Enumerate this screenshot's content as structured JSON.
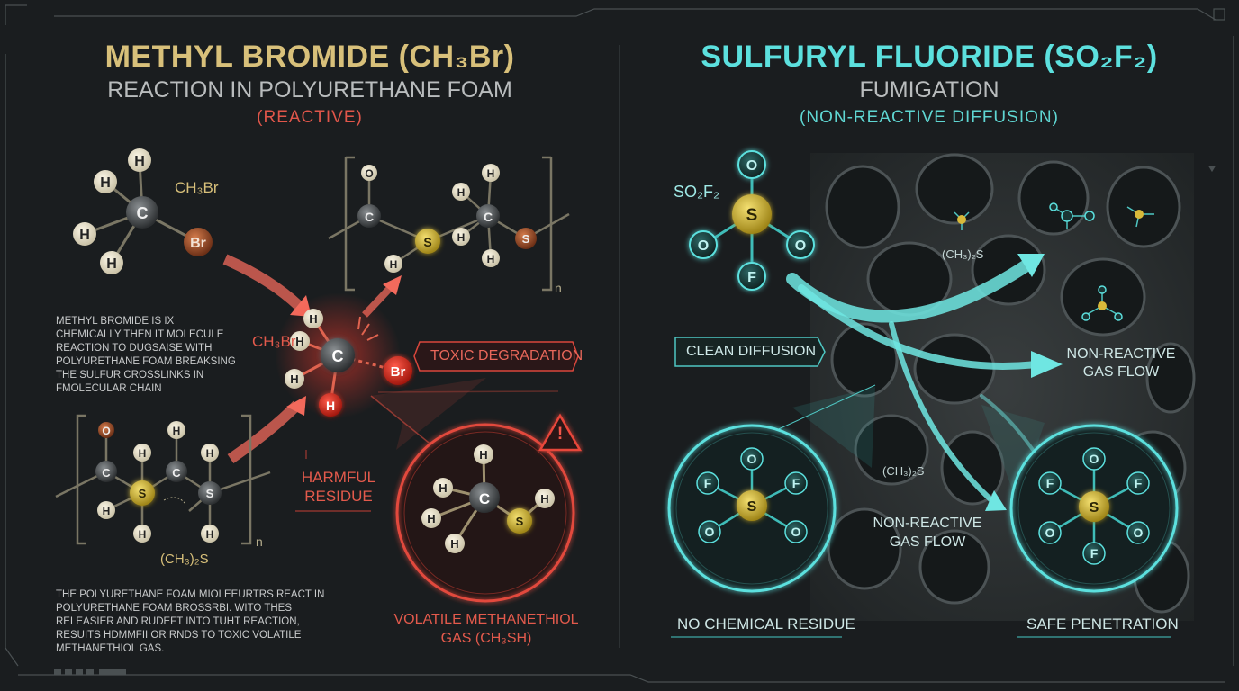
{
  "left": {
    "title": "METHYL BROMIDE (CH₃Br)",
    "subtitle": "REACTION IN POLYURETHANE FOAM",
    "tag": "(REACTIVE)",
    "molecule_label": "CH₃Br",
    "center_label": "CH₃Br",
    "paragraph_1": "METHYL BROMIDE IS IX CHEMICALLY THEN IT MOLECULE REACTION TO DUGSAISE WITH POLYURETHANE FOAM BREAKSING THE SULFUR CROSSLINKS IN FMOLECULAR CHAIN",
    "paragraph_2": "THE POLYURETHANE FOAM MIOLEEURTRS REACT IN POLYURETHANE FOAM BROSSRBI. WITO THES RELEASIER AND RUDEFT INTO TUHT REACTION, RESUITS HDMMFII OR RNDS TO TOXIC VOLATILE METHANETHIOL GAS.",
    "toxic_badge": "TOXIC DEGRADATION",
    "harmful_residue": "HARMFUL RESIDUE",
    "chain_label": "(CH₃)₂S",
    "chain_subscript": "n",
    "upper_chain_subscript": "n",
    "gas_label_line1": "VOLATILE METHANETHIOL",
    "gas_label_line2": "GAS (CH₃SH)",
    "warning_icon_glyph": "!"
  },
  "right": {
    "title": "SULFURYL FLUORIDE (SO₂F₂)",
    "subtitle": "FUMIGATION",
    "tag": "(NON-REACTIVE DIFFUSION)",
    "molecule_label": "SO₂F₂",
    "clean_diffusion_badge": "CLEAN DIFFUSION",
    "flow_label_1_line1": "NON-REACTIVE",
    "flow_label_1_line2": "GAS FLOW",
    "flow_label_2_line1": "NON-REACTIVE",
    "flow_label_2_line2": "GAS FLOW",
    "foam_label_1": "(CH₃)₂S",
    "foam_label_2": "(CH₃)₂S",
    "footer_left": "NO CHEMICAL RESIDUE",
    "footer_right": "SAFE PENETRATION"
  },
  "colors": {
    "gold": "#d8c07a",
    "red": "#e35a4c",
    "cyan": "#5ce0de",
    "background": "#1a1d1f"
  }
}
